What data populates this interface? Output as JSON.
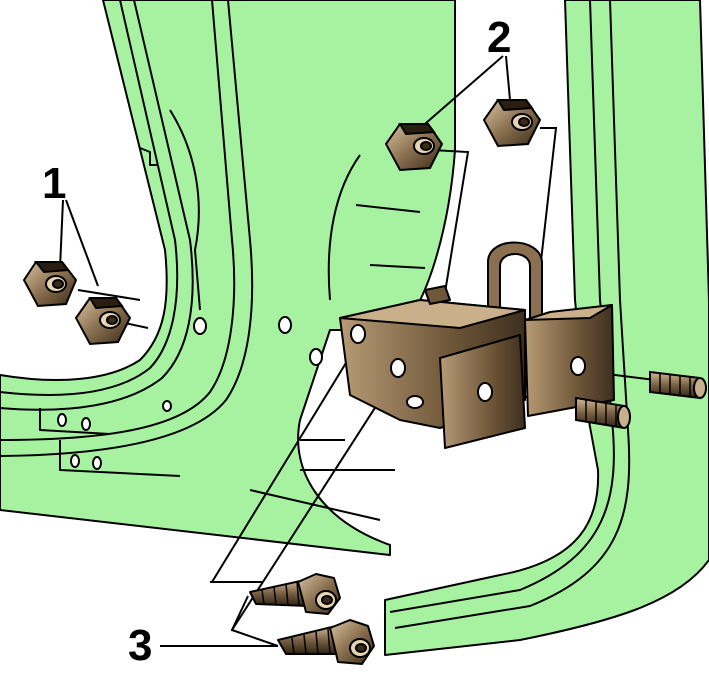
{
  "callouts": [
    {
      "id": "1",
      "text": "1"
    },
    {
      "id": "2",
      "text": "2"
    },
    {
      "id": "3",
      "text": "3"
    }
  ],
  "colors": {
    "body_panel": "#a6f2a0",
    "outline": "#000000",
    "hardware_dark": "#3e2f1e",
    "hardware_mid": "#7c6446",
    "hardware_light": "#c8b08c",
    "background": "#ffffff"
  }
}
